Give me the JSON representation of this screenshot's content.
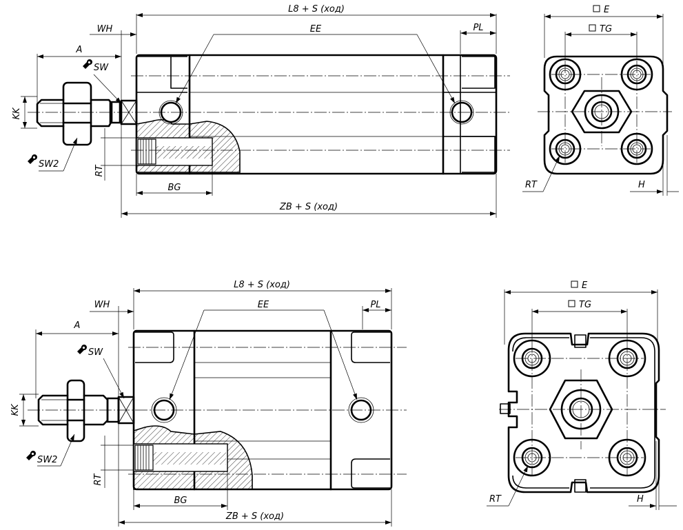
{
  "views": {
    "top_side": {
      "dim_l8": "L8 + S (ход)",
      "dim_ee": "EE",
      "dim_pl": "PL",
      "dim_wh": "WH",
      "dim_a": "A",
      "dim_sw": "SW",
      "dim_kk": "KK",
      "dim_sw2": "SW2",
      "dim_rt": "RT",
      "dim_bg": "BG",
      "dim_zb": "ZB + S (ход)"
    },
    "top_end": {
      "dim_e": "E",
      "dim_tg": "TG",
      "dim_rt": "RT",
      "dim_h": "H"
    },
    "bottom_side": {
      "dim_l8": "L8 + S (ход)",
      "dim_ee": "EE",
      "dim_pl": "PL",
      "dim_wh": "WH",
      "dim_a": "A",
      "dim_sw": "SW",
      "dim_kk": "KK",
      "dim_sw2": "SW2",
      "dim_rt": "RT",
      "dim_bg": "BG",
      "dim_zb": "ZB + S (ход)"
    },
    "bottom_end": {
      "dim_e": "E",
      "dim_tg": "TG",
      "dim_rt": "RT",
      "dim_h": "H"
    }
  },
  "icons": [
    "wrench-icon",
    "square-symbol-icon"
  ]
}
